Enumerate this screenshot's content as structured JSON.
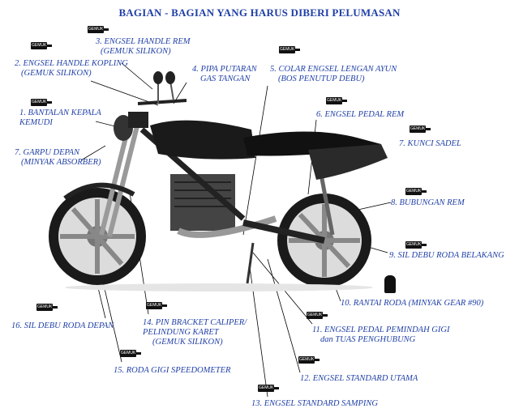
{
  "title": "BAGIAN - BAGIAN YANG HARUS DIBERI PELUMASAN",
  "tube_label": "GEMUK",
  "labels": [
    {
      "id": "l3",
      "text1": "3. ENGSEL HANDLE REM",
      "text2": "(GEMUK SILIKON)"
    },
    {
      "id": "l2",
      "text1": "2. ENGSEL HANDLE KOPLING",
      "text2": "(GEMUK SILIKON)"
    },
    {
      "id": "l4",
      "text1": "4. PIPA PUTARAN",
      "text2": "GAS TANGAN"
    },
    {
      "id": "l5",
      "text1": "5. COLAR ENGSEL LENGAN AYUN",
      "text2": "(BOS PENUTUP DEBU)"
    },
    {
      "id": "l1",
      "text1": "1. BANTALAN KEPALA",
      "text2": "KEMUDI"
    },
    {
      "id": "l6",
      "text1": "6. ENGSEL PEDAL REM",
      "text2": ""
    },
    {
      "id": "l7k",
      "text1": "7. KUNCI SADEL",
      "text2": ""
    },
    {
      "id": "l7",
      "text1": "7. GARPU DEPAN",
      "text2": "(MINYAK ABSORBER)"
    },
    {
      "id": "l8",
      "text1": "8. BUBUNGAN REM",
      "text2": ""
    },
    {
      "id": "l9",
      "text1": "9. SIL DEBU RODA BELAKANG",
      "text2": ""
    },
    {
      "id": "l10",
      "text1": "10. RANTAI RODA (MINYAK GEAR #90)",
      "text2": ""
    },
    {
      "id": "l16",
      "text1": "16. SIL DEBU RODA DEPAN",
      "text2": ""
    },
    {
      "id": "l14",
      "text1": "14. PIN BRACKET CALIPER/",
      "text2": "PELINDUNG KARET"
    },
    {
      "id": "l14b",
      "text1": "(GEMUK SILIKON)",
      "text2": ""
    },
    {
      "id": "l11",
      "text1": "11. ENGSEL PEDAL PEMINDAH GIGI",
      "text2": "dan TUAS PENGHUBUNG"
    },
    {
      "id": "l15",
      "text1": "15. RODA GIGI SPEEDOMETER",
      "text2": ""
    },
    {
      "id": "l12",
      "text1": "12. ENGSEL STANDARD UTAMA",
      "text2": ""
    },
    {
      "id": "l13",
      "text1": "13. ENGSEL STANDARD SAMPING",
      "text2": ""
    }
  ],
  "colors": {
    "label_text": "#1f3fa6",
    "motorcycle": "#1a1a1a",
    "leader": "#000000"
  }
}
